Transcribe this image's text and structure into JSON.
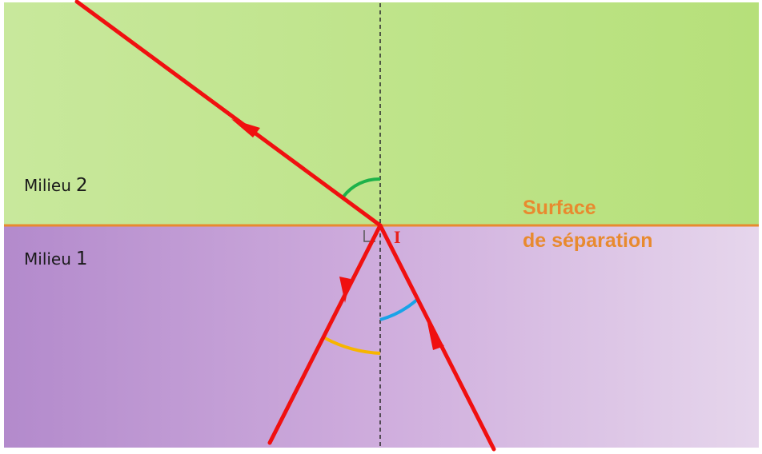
{
  "labels": {
    "medium_2_word": "Milieu",
    "medium_2_number": "2",
    "medium_1_word": "Milieu",
    "medium_1_number": "1",
    "surface_line1": "Surface",
    "surface_line2": "de séparation",
    "point": "I"
  },
  "colors": {
    "medium_2": "#c3e594",
    "medium_1": "#c7a4d6",
    "surface_line": "#e88a2f",
    "rays": "#f01010",
    "normal": "#333333",
    "angle_reflection": "#f7b500",
    "angle_incidence": "#1aa3e8",
    "angle_refraction": "#1db24a"
  }
}
